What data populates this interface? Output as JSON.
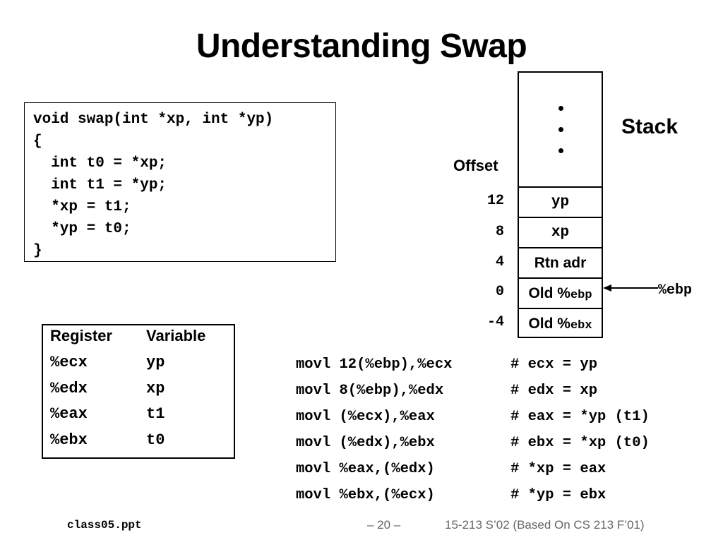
{
  "title": "Understanding Swap",
  "code": [
    "void swap(int *xp, int *yp)",
    "{",
    "  int t0 = *xp;",
    "  int t1 = *yp;",
    "  *xp = t1;",
    "  *yp = t0;",
    "}"
  ],
  "register_table": {
    "headers": [
      "Register",
      "Variable"
    ],
    "rows": [
      [
        "%ecx",
        "yp"
      ],
      [
        "%edx",
        "xp"
      ],
      [
        "%eax",
        "t1"
      ],
      [
        "%ebx",
        "t0"
      ]
    ]
  },
  "stack": {
    "label": "Stack",
    "offset_label": "Offset",
    "slots": [
      {
        "offset": "12",
        "content": "yp"
      },
      {
        "offset": "8",
        "content": "xp"
      },
      {
        "offset": "4",
        "content": "Rtn adr"
      },
      {
        "offset": "0",
        "content_prefix": "Old %",
        "content_reg": "ebp"
      },
      {
        "offset": "-4",
        "content_prefix": "Old %",
        "content_reg": "ebx"
      }
    ],
    "pointer_label": "%ebp"
  },
  "assembly": [
    {
      "instr": "movl 12(%ebp),%ecx",
      "comment": "# ecx = yp"
    },
    {
      "instr": "movl 8(%ebp),%edx",
      "comment": "# edx = xp"
    },
    {
      "instr": "movl (%ecx),%eax",
      "comment": "# eax = *yp (t1)"
    },
    {
      "instr": "movl (%edx),%ebx",
      "comment": "# ebx = *xp (t0)"
    },
    {
      "instr": "movl %eax,(%edx)",
      "comment": "# *xp = eax"
    },
    {
      "instr": "movl %ebx,(%ecx)",
      "comment": "# *yp = ebx"
    }
  ],
  "footer": {
    "file": "class05.ppt",
    "page": "– 20 –",
    "course": "15-213 S’02 (Based On CS 213 F’01)"
  }
}
